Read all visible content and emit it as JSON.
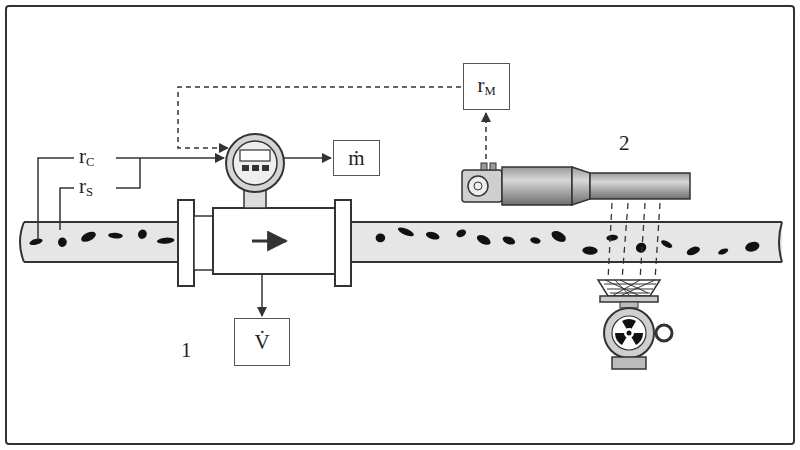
{
  "diagram": {
    "nodes": [
      {
        "text": [
          "rM"
        ]
      },
      {
        "text": [
          "ṁ"
        ]
      },
      {
        "text": [
          "V̇"
        ]
      }
    ],
    "labels": [
      "rC",
      "rS",
      "1",
      "2"
    ]
  }
}
